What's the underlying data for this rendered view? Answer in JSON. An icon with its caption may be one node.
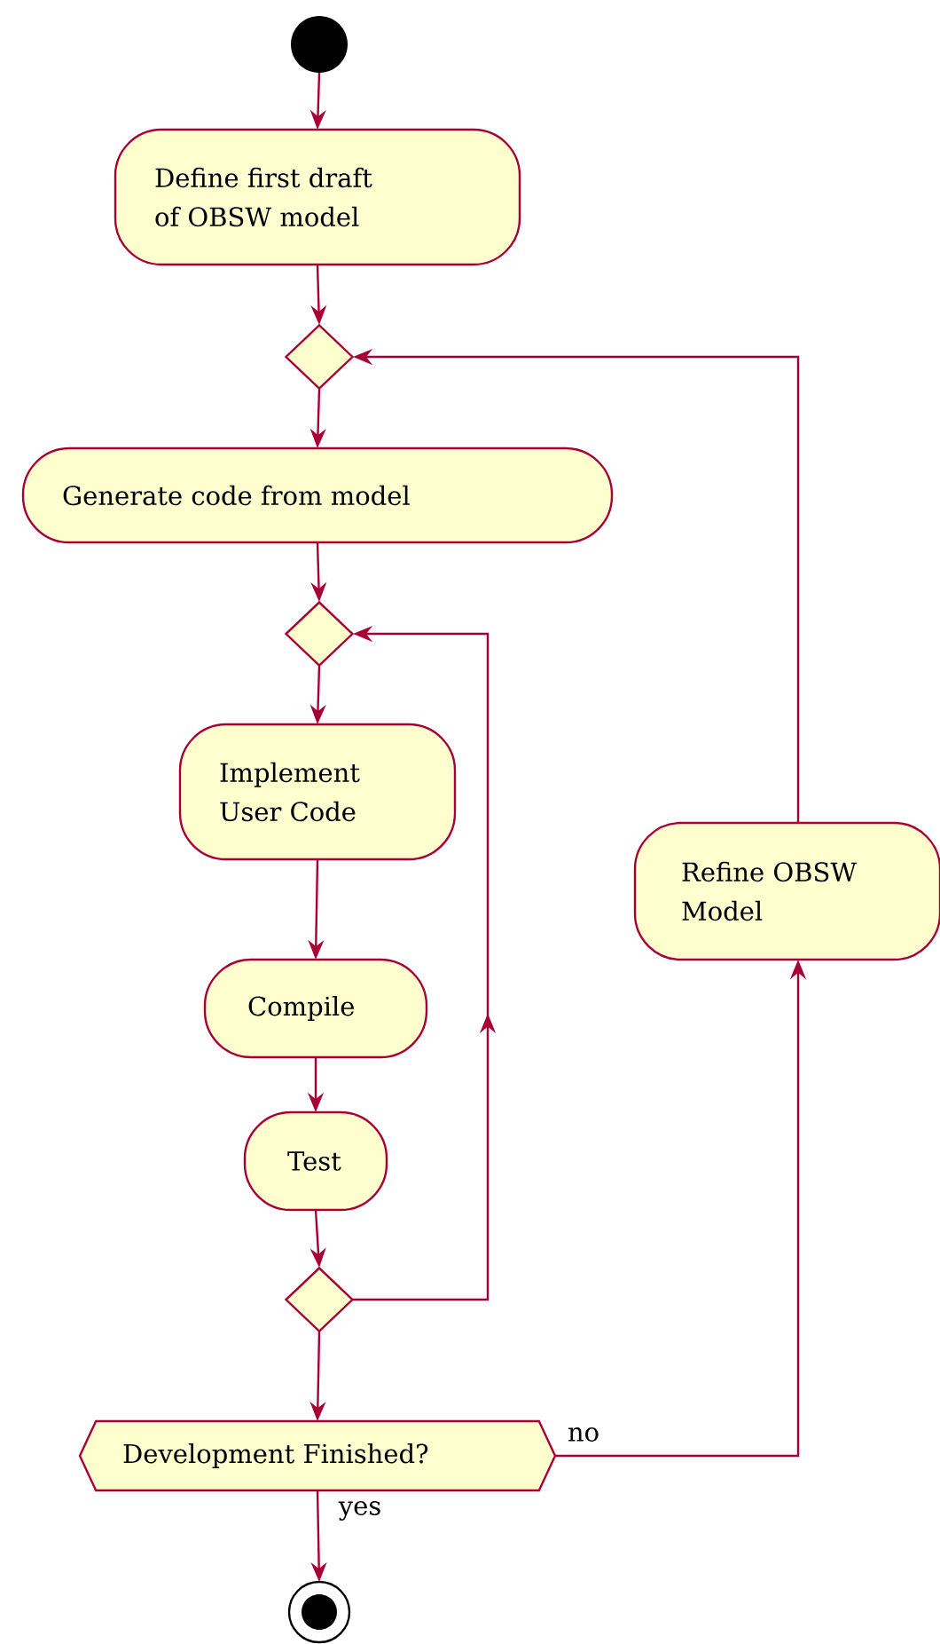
{
  "diagram": {
    "nodes": [
      {
        "text": [],
        "shape": "circle"
      },
      {
        "text": [
          "Define first draft of OBSW model"
        ]
      },
      {
        "text": [],
        "shape": "diamond"
      },
      {
        "text": [
          "Generate code from model"
        ]
      },
      {
        "text": [],
        "shape": "diamond"
      },
      {
        "text": [
          "Implement User Code"
        ]
      },
      {
        "text": [
          "Compile"
        ]
      },
      {
        "text": [
          "Test"
        ]
      },
      {
        "text": [],
        "shape": "diamond"
      },
      {
        "text": [
          "Development Finished?"
        ]
      },
      {
        "text": [
          "Refine OBSW Model"
        ]
      },
      {
        "text": [],
        "shape": "circle"
      }
    ],
    "edges": [
      {
        "from": 0,
        "to": 1,
        "arrow": "to"
      },
      {
        "from": 1,
        "to": 2,
        "arrow": "to"
      },
      {
        "from": 2,
        "to": 3,
        "arrow": "to"
      },
      {
        "from": 3,
        "to": 4,
        "arrow": "to"
      },
      {
        "from": 4,
        "to": 5,
        "arrow": "to"
      },
      {
        "from": 5,
        "to": 6,
        "arrow": "to"
      },
      {
        "from": 6,
        "to": 7,
        "arrow": "to"
      },
      {
        "from": 7,
        "to": 8,
        "arrow": "to"
      },
      {
        "from": 8,
        "to": 4,
        "arrow": "to"
      },
      {
        "from": 8,
        "to": 9,
        "arrow": "to"
      },
      {
        "from": 9,
        "to": 10,
        "arrow": "to",
        "label": "no"
      },
      {
        "from": 10,
        "to": 2,
        "arrow": "to"
      },
      {
        "from": 9,
        "to": 11,
        "arrow": "to",
        "label": "yes"
      }
    ]
  }
}
